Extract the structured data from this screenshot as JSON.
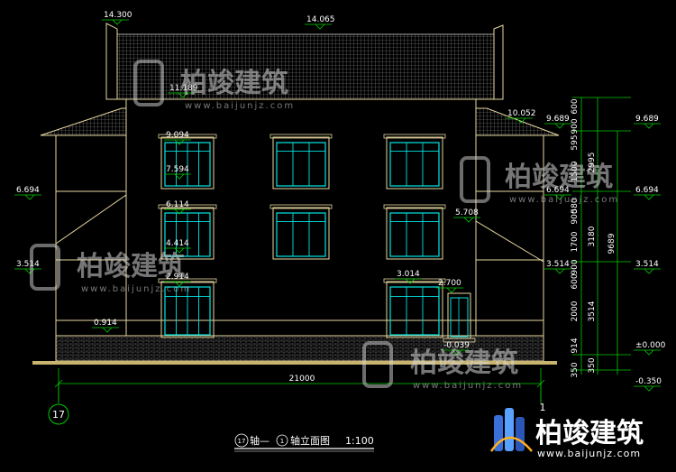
{
  "elevation_marks": {
    "ridge_left": "14.300",
    "ridge": "14.065",
    "eave_roof": "11.189",
    "right_eave": "10.052",
    "right_top_a": "9.689",
    "right_top_b": "9.689",
    "window_3_top": "9.094",
    "window_3_sill": "7.594",
    "left_floor2": "6.694",
    "right_floor2_a": "6.694",
    "right_floor2_b": "6.694",
    "window_2_top": "6.114",
    "right_roof_low": "5.708",
    "window_2_sill": "4.414",
    "left_floor1": "3.514",
    "right_floor1_a": "3.514",
    "right_floor1_b": "3.514",
    "door_window_top": "3.014",
    "window_1_top": "2.914",
    "door_top": "2.700",
    "plinth": "0.914",
    "ground_door": "-0.039",
    "ground_zero": "±0.000",
    "ground_low": "-0.350"
  },
  "dimensions": {
    "total_width": "21000",
    "v_col1": [
      "350",
      "914",
      "2000",
      "600",
      "900",
      "1700",
      "900",
      "580",
      "1500",
      "595",
      "900",
      "600"
    ],
    "v_col2": [
      "350",
      "3514",
      "3180",
      "2995"
    ],
    "v_col3": "9689"
  },
  "axes": {
    "left": "17",
    "right": "1"
  },
  "title": {
    "axis_start": "17",
    "connector": "轴—",
    "axis_end": "1",
    "suffix": "轴立面图",
    "scale": "1:100"
  },
  "watermark": {
    "cn": "柏竣建筑",
    "url": "www.baijunjz.com"
  },
  "logo": {
    "cn": "柏竣建筑",
    "url": "www.baijunjz.com"
  },
  "colors": {
    "wall_line": "#e8d9a0",
    "window": "#00e5e5",
    "dim_line": "#00cc00",
    "roof_tile": "#a6a6a6",
    "brick": "#7a7a7a",
    "ground": "#c8b46e"
  }
}
